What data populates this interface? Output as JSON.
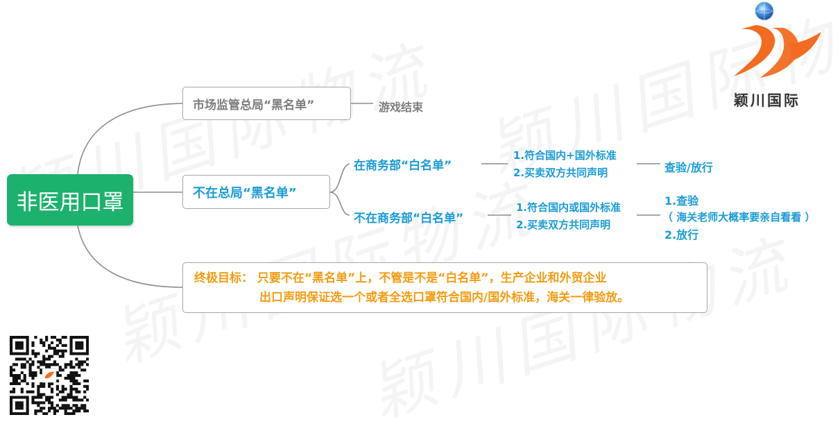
{
  "root": {
    "label": "非医用口罩"
  },
  "branches": {
    "blacklist": {
      "label": "市场监管总局“黑名单”",
      "result": "游戏结束"
    },
    "not_blacklist": {
      "label": "不在总局“黑名单”",
      "whitelist": {
        "label": "在商务部“白名单”",
        "conditions": [
          "1.符合国内+国外标准",
          "2.买卖双方共同声明"
        ],
        "result": "查验/放行"
      },
      "not_whitelist": {
        "label": "不在商务部“白名单”",
        "conditions": [
          "1.符合国内或国外标准",
          "2.买卖双方共同声明"
        ],
        "results": [
          "1.查验",
          "（ 海关老师大概率要亲自看看 ）",
          "2.放行"
        ]
      }
    },
    "goal": {
      "line1": "终极目标： 只要不在“黑名单”上，不管是不是“白名单”，生产企业和外贸企业",
      "line2": "出口声明保证选一个或者全选口罩符合国内/国外标准，海关一律验放。"
    }
  },
  "logo": {
    "text": "颖川国际"
  },
  "watermark": {
    "text": "颖川国际物流"
  },
  "colors": {
    "root_fill": "#1cb26d",
    "primary_text": "#1a9bd6",
    "muted_text": "#7d7d7d",
    "goal_text": "#f39c12",
    "connector": "#8c8c8c",
    "logo_orange": "#f26b21",
    "logo_globe": "#2b7fd1"
  },
  "icons": [
    "globe-icon",
    "logo-swoosh-icon",
    "qr-code-icon"
  ]
}
